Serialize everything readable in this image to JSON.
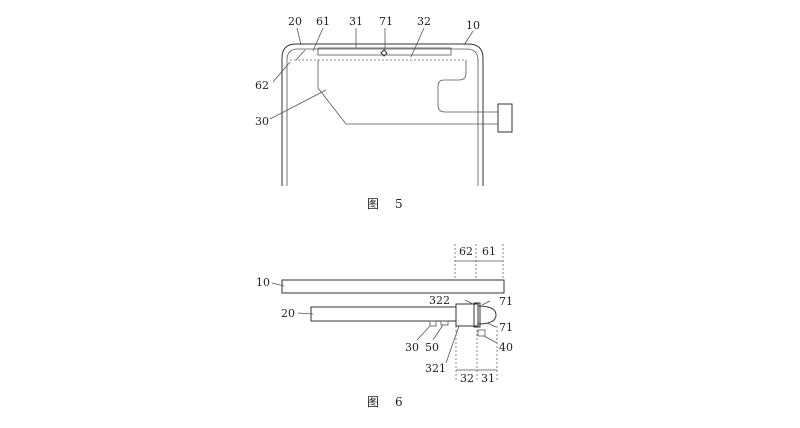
{
  "figure5": {
    "caption_char": "图",
    "caption_num": "5",
    "labels": {
      "l20": "20",
      "l61": "61",
      "l31": "31",
      "l71": "71",
      "l32": "32",
      "l10": "10",
      "l62": "62",
      "l30": "30"
    }
  },
  "figure6": {
    "caption_char": "图",
    "caption_num": "6",
    "labels": {
      "l62": "62",
      "l61": "61",
      "l10": "10",
      "l322": "322",
      "l71a": "71",
      "l20": "20",
      "l71b": "71",
      "l30": "30",
      "l50": "50",
      "l40": "40",
      "l321": "321",
      "l32": "32",
      "l31": "31"
    }
  }
}
